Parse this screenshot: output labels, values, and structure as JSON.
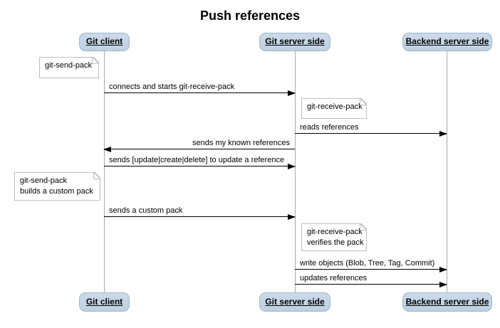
{
  "title": "Push references",
  "colors": {
    "background": "#ffffff",
    "participant_fill": "#c4d5e5",
    "participant_border": "#a1b6ca",
    "note_fill": "#ffffff",
    "note_border": "#bebebe",
    "lifeline": "#aaaaaa",
    "arrow": "#000000",
    "text": "#000000"
  },
  "participants": [
    {
      "label": "Git client"
    },
    {
      "label": "Git server side"
    },
    {
      "label": "Backend server side"
    }
  ],
  "notes": [
    {
      "lines": [
        "git-send-pack"
      ],
      "near": "Git client"
    },
    {
      "lines": [
        "git-receive-pack"
      ],
      "near": "Git server side"
    },
    {
      "lines": [
        "git-send-pack",
        "builds a custom pack"
      ],
      "near": "Git client"
    },
    {
      "lines": [
        "git-receive-pack",
        "verifies the pack"
      ],
      "near": "Git server side"
    }
  ],
  "messages": [
    {
      "label": "connects and starts git-receive-pack",
      "from": "Git client",
      "to": "Git server side",
      "direction": "right"
    },
    {
      "label": "reads references",
      "from": "Git server side",
      "to": "Backend server side",
      "direction": "right"
    },
    {
      "label": "sends my known references",
      "from": "Git server side",
      "to": "Git client",
      "direction": "left"
    },
    {
      "label": "sends [update|create|delete] to update a reference",
      "from": "Git client",
      "to": "Git server side",
      "direction": "right"
    },
    {
      "label": "sends a custom pack",
      "from": "Git client",
      "to": "Git server side",
      "direction": "right"
    },
    {
      "label": "write objects (Blob, Tree, Tag, Commit)",
      "from": "Git server side",
      "to": "Backend server side",
      "direction": "right"
    },
    {
      "label": "updates references",
      "from": "Git server side",
      "to": "Backend server side",
      "direction": "right"
    }
  ]
}
